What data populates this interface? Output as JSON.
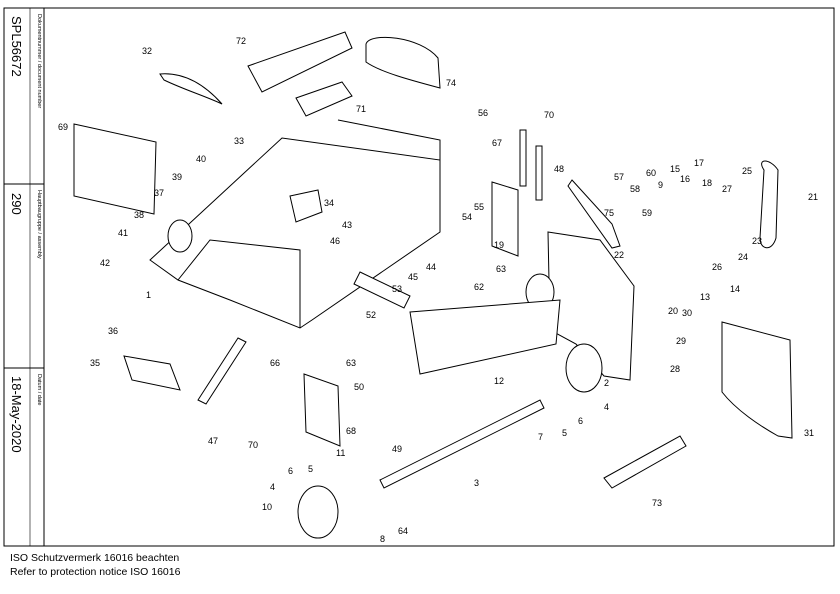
{
  "title_block": {
    "document_number_caption": "Dokumentnummer / document number",
    "document_number": "SPL56672",
    "assembly_caption": "Hauptbaugruppe / assembly",
    "assembly": "290",
    "date_caption": "Datum / date",
    "date": "18-May-2020"
  },
  "notice": {
    "german": "ISO Schutzvermerk 16016 beachten",
    "english": "Refer to protection notice ISO 16016"
  },
  "callouts": [
    "1",
    "2",
    "3",
    "4",
    "4",
    "5",
    "5",
    "6",
    "6",
    "7",
    "8",
    "9",
    "10",
    "11",
    "12",
    "13",
    "14",
    "15",
    "16",
    "17",
    "18",
    "19",
    "20",
    "21",
    "22",
    "23",
    "24",
    "25",
    "26",
    "27",
    "28",
    "29",
    "30",
    "31",
    "32",
    "33",
    "34",
    "35",
    "36",
    "37",
    "38",
    "39",
    "40",
    "41",
    "42",
    "43",
    "44",
    "45",
    "46",
    "47",
    "48",
    "49",
    "50",
    "52",
    "53",
    "54",
    "55",
    "56",
    "57",
    "58",
    "59",
    "60",
    "62",
    "63",
    "63",
    "64",
    "66",
    "67",
    "68",
    "69",
    "70",
    "70",
    "71",
    "72",
    "73",
    "74",
    "75"
  ]
}
